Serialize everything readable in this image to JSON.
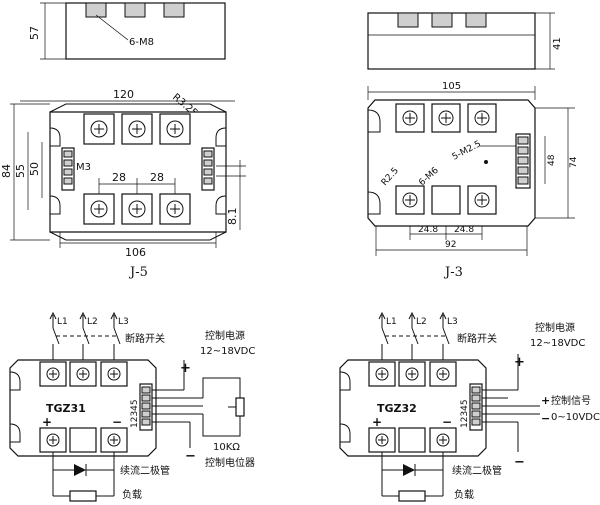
{
  "j5": {
    "caption": "J-5",
    "dim_57": "57",
    "dim_120": "120",
    "dim_r325": "R3.25",
    "dim_84": "84",
    "dim_55": "55",
    "dim_50": "50",
    "dim_28a": "28",
    "dim_28b": "28",
    "dim_81": "8.1",
    "dim_106": "106",
    "label_m8": "6-M8",
    "label_m3": "M3"
  },
  "j3": {
    "caption": "J-3",
    "dim_41": "41",
    "dim_105": "105",
    "dim_48": "48",
    "dim_74": "74",
    "dim_248a": "24.8",
    "dim_248b": "24.8",
    "dim_92": "92",
    "label_r25": "R2.5",
    "label_m6": "6-M6",
    "label_m25": "5-M2.5"
  },
  "tgz31": {
    "model": "TGZ31",
    "l1": "L1",
    "l2": "L2",
    "l3": "L3",
    "switch": "断路开关",
    "power_title": "控制电源",
    "power_range": "12~18VDC",
    "pins": "12345",
    "plus": "+",
    "minus": "−",
    "plus_bottom": "+",
    "minus_bottom": "−",
    "pot_value": "10KΩ",
    "pot_label": "控制电位器",
    "diode": "续流二极管",
    "load": "负载"
  },
  "tgz32": {
    "model": "TGZ32",
    "l1": "L1",
    "l2": "L2",
    "l3": "L3",
    "switch": "断路开关",
    "power_title": "控制电源",
    "power_range": "12~18VDC",
    "pins": "12345",
    "plus": "+",
    "minus": "−",
    "plus_bottom": "+",
    "minus_bottom": "−",
    "signal_plus": "+",
    "signal_label": "控制信号",
    "signal_minus": "−",
    "signal_range": "0~10VDC",
    "diode": "续流二极管",
    "load": "负载"
  }
}
